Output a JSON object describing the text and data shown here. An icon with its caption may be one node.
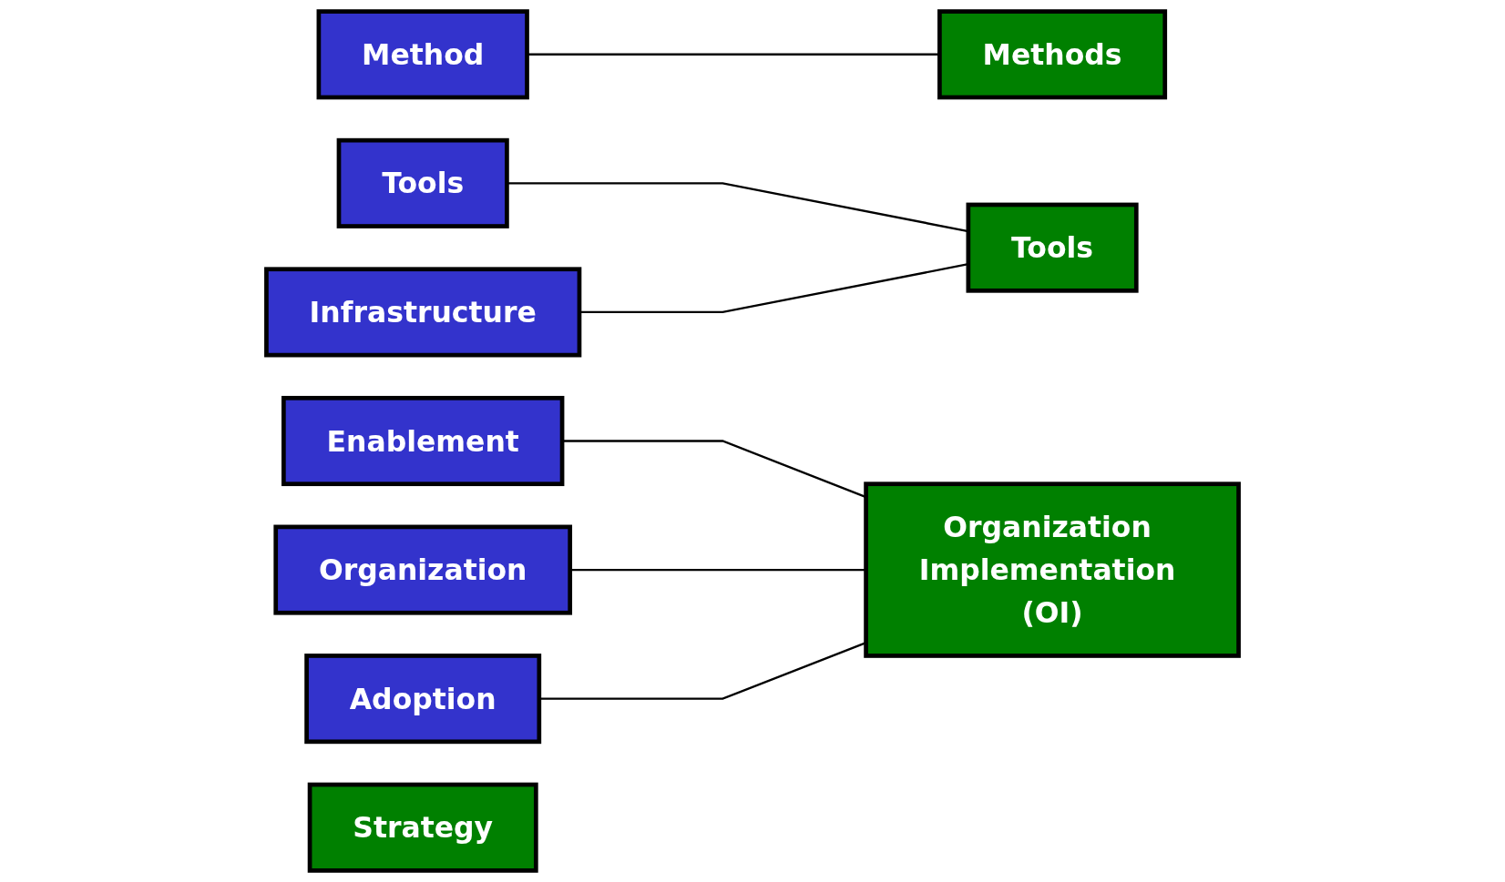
{
  "diagram": {
    "nodes": [
      {
        "text": [
          "Method"
        ]
      },
      {
        "text": [
          "Tools"
        ]
      },
      {
        "text": [
          "Enablement"
        ]
      },
      {
        "text": [
          "Organization"
        ]
      },
      {
        "text": [
          "Infrastructure"
        ]
      },
      {
        "text": [
          "Adoption"
        ]
      },
      {
        "text": [
          "Methods"
        ]
      },
      {
        "text": [
          "Tools"
        ]
      },
      {
        "text": [
          "Strategy"
        ]
      },
      {
        "text": [
          "Organization Implementation (OI)"
        ]
      }
    ],
    "edges": [
      {
        "from": 0,
        "to": 6,
        "arrow": "none"
      },
      {
        "from": 1,
        "to": 7,
        "arrow": "none"
      },
      {
        "from": 2,
        "to": 9,
        "arrow": "none"
      },
      {
        "from": 3,
        "to": 9,
        "arrow": "none"
      },
      {
        "from": 4,
        "to": 7,
        "arrow": "none"
      },
      {
        "from": 5,
        "to": 9,
        "arrow": "none"
      }
    ]
  }
}
